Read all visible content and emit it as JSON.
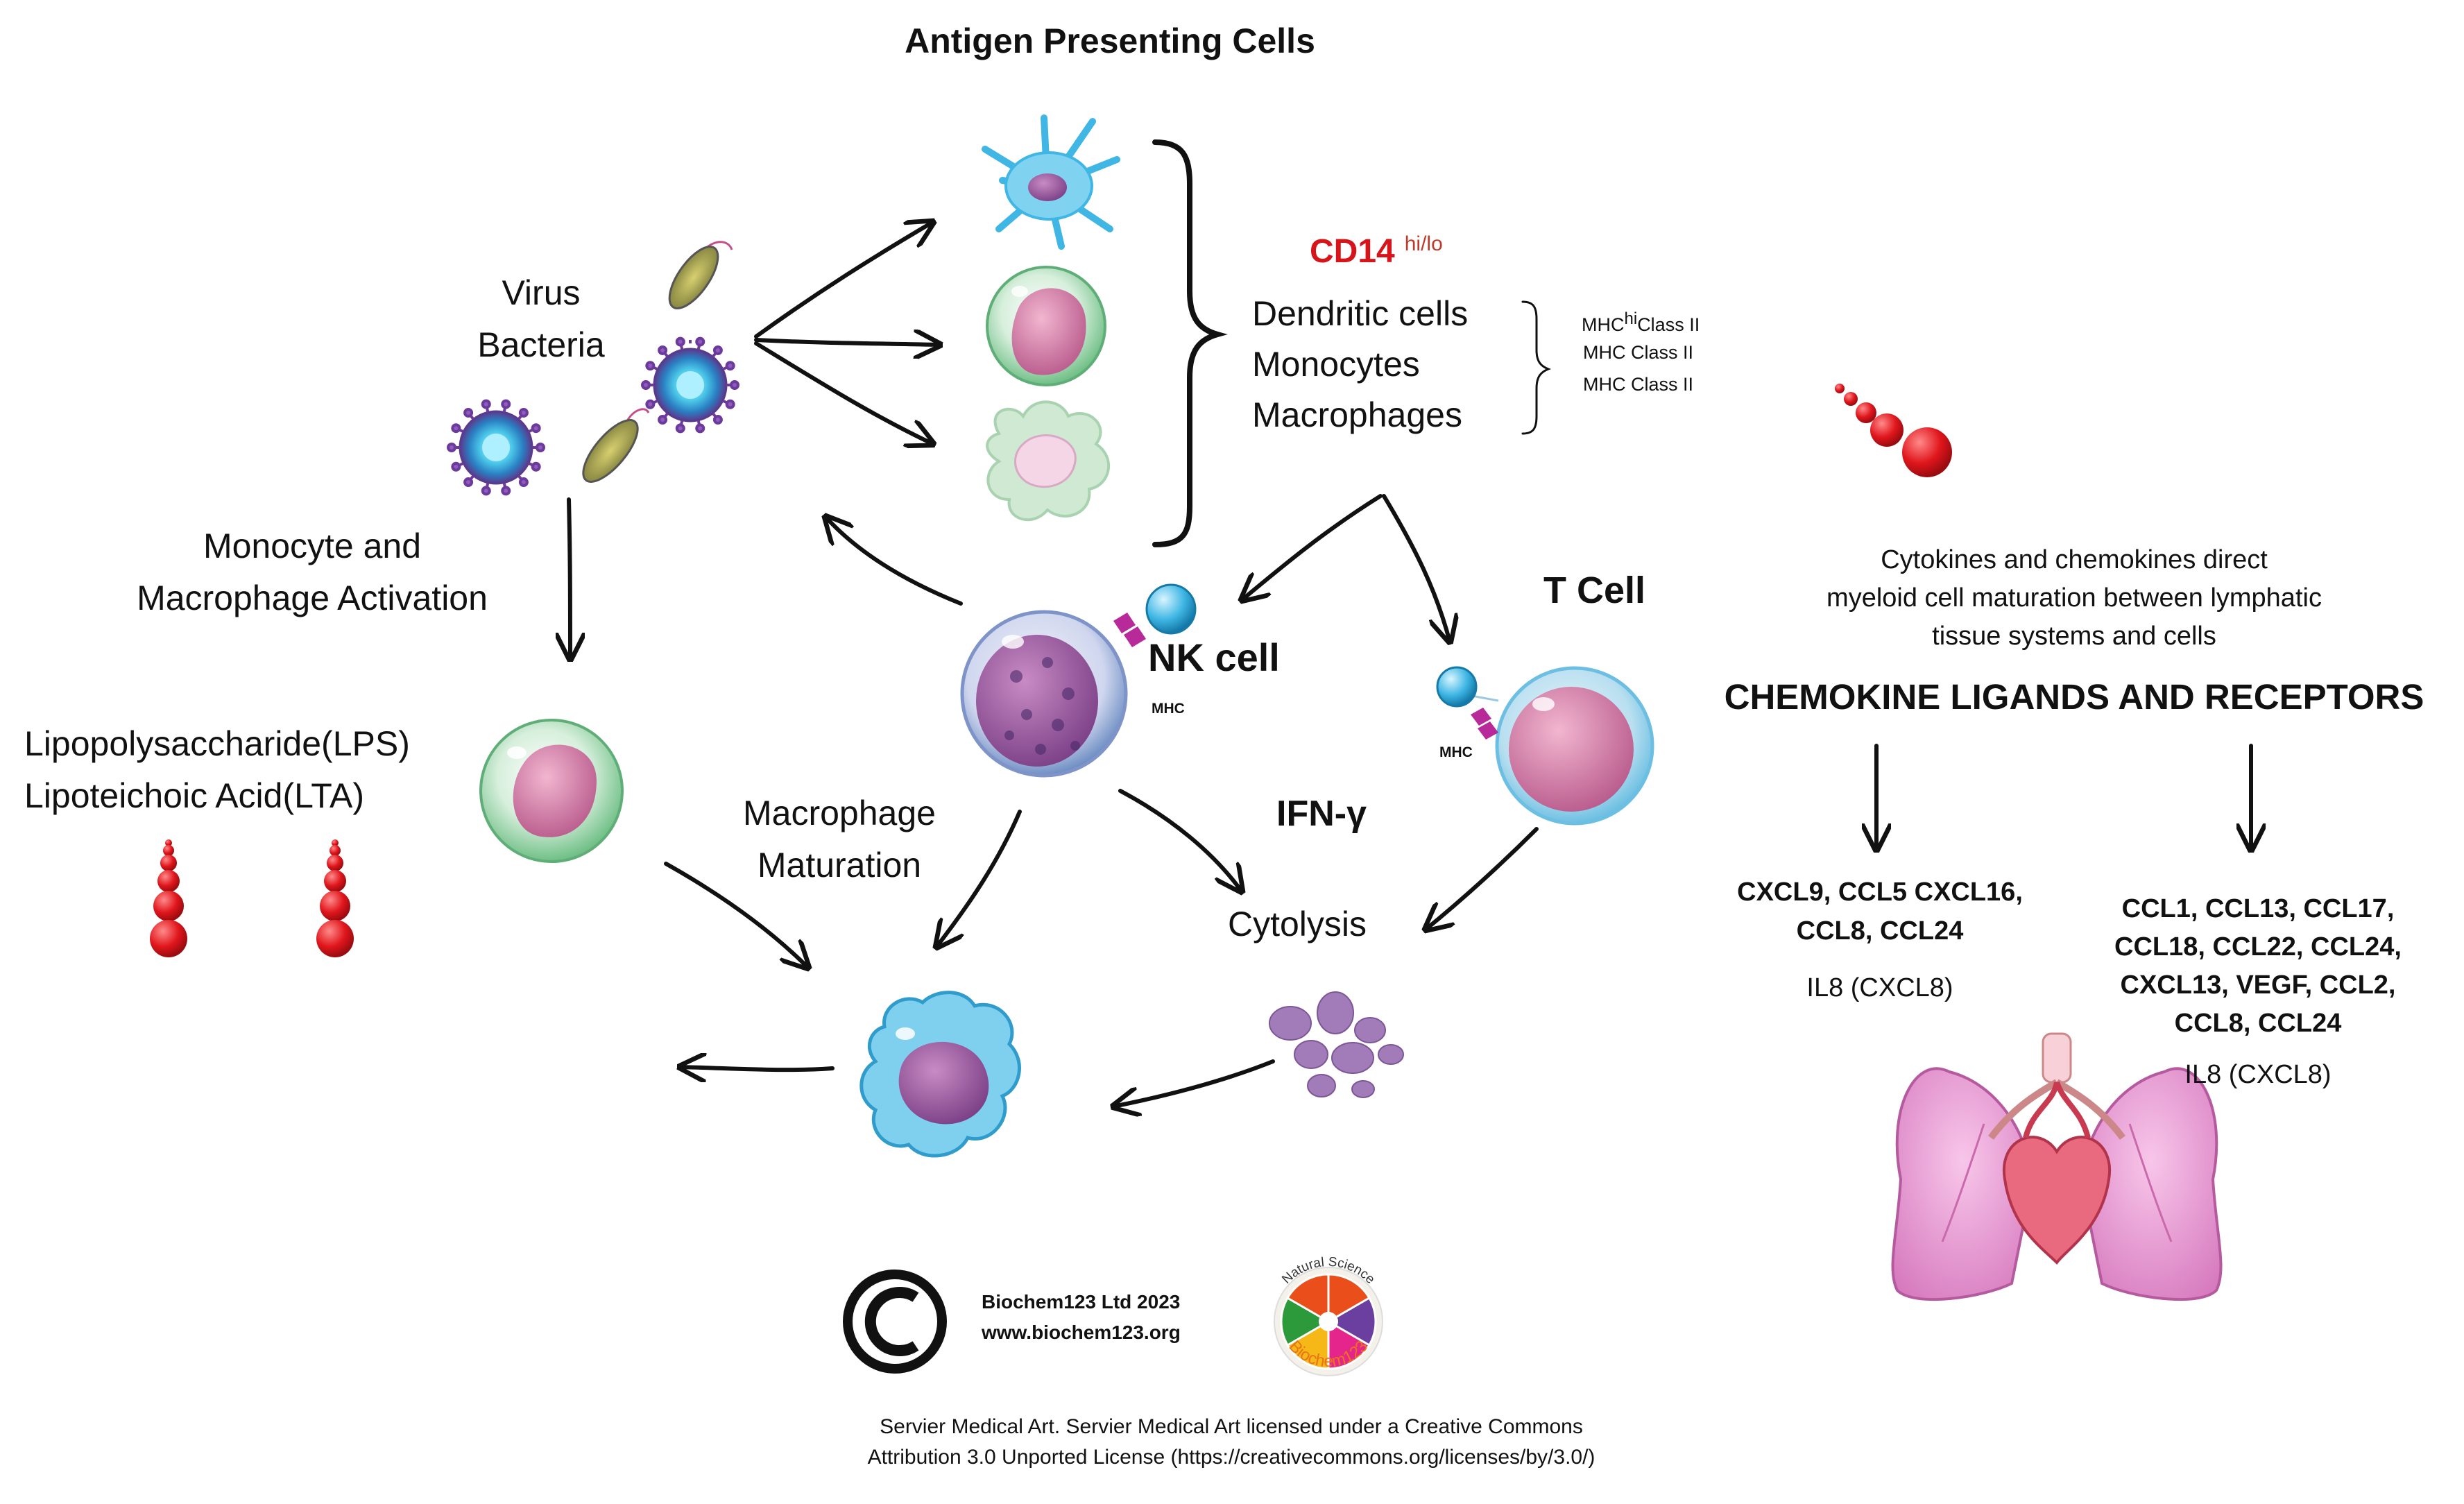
{
  "title": "Antigen Presenting Cells",
  "left": {
    "pathogen_line1": "Virus",
    "pathogen_line2": "Bacteria",
    "activation_line1": "Monocyte and",
    "activation_line2": "Macrophage Activation",
    "lps": "Lipopolysaccharide(LPS)",
    "lta": "Lipoteichoic Acid(LTA)"
  },
  "apc": {
    "cd14_label": "CD14",
    "cd14_sup": "hi/lo",
    "cell_types": [
      "Dendritic cells",
      "Monocytes",
      "Macrophages"
    ],
    "mhc_hi_prefix": "MHC",
    "mhc_hi_sup": "hi",
    "mhc_hi_suffix": "Class II",
    "mhc_2": "MHC Class II",
    "mhc_3": "MHC Class II"
  },
  "center": {
    "nk_label": "NK cell",
    "nk_mhc": "MHC",
    "tcell_label": "T Cell",
    "tcell_mhc": "MHC",
    "ifn": "IFN-γ",
    "cytolysis": "Cytolysis",
    "maturation_line1": "Macrophage",
    "maturation_line2": "Maturation"
  },
  "right": {
    "desc_line1": "Cytokines and chemokines direct",
    "desc_line2": "myeloid cell maturation between lymphatic",
    "desc_line3": "tissue systems and cells",
    "heading": "CHEMOKINE LIGANDS AND RECEPTORS",
    "left_list_line1": "CXCL9, CCL5 CXCL16,",
    "left_list_line2": "CCL8, CCL24",
    "left_il8": "IL8 (CXCL8)",
    "right_list_line1": "CCL1, CCL13, CCL17,",
    "right_list_line2": "CCL18, CCL22, CCL24,",
    "right_list_line3": "CXCL13, VEGF, CCL2,",
    "right_list_line4": "CCL8, CCL24",
    "right_il8": "IL8 (CXCL8)"
  },
  "footer": {
    "company": "Biochem123 Ltd 2023",
    "website": "www.biochem123.org",
    "logo_arc_text": "Natural Science",
    "logo_brand": "Biochem123",
    "credit_line1": "Servier Medical Art. Servier Medical Art licensed under a Creative Commons",
    "credit_line2": "Attribution 3.0 Unported License (https://creativecommons.org/licenses/by/3.0/)"
  },
  "colors": {
    "cd14": "#d7141a",
    "cd14_sup": "#c0392b",
    "molecule_red": "#e0161c",
    "arrow": "#111111",
    "logo_slices": [
      "#e94e1b",
      "#6a3fa0",
      "#e5258c",
      "#f6b816",
      "#2c9a3a",
      "#e94e1b"
    ]
  }
}
